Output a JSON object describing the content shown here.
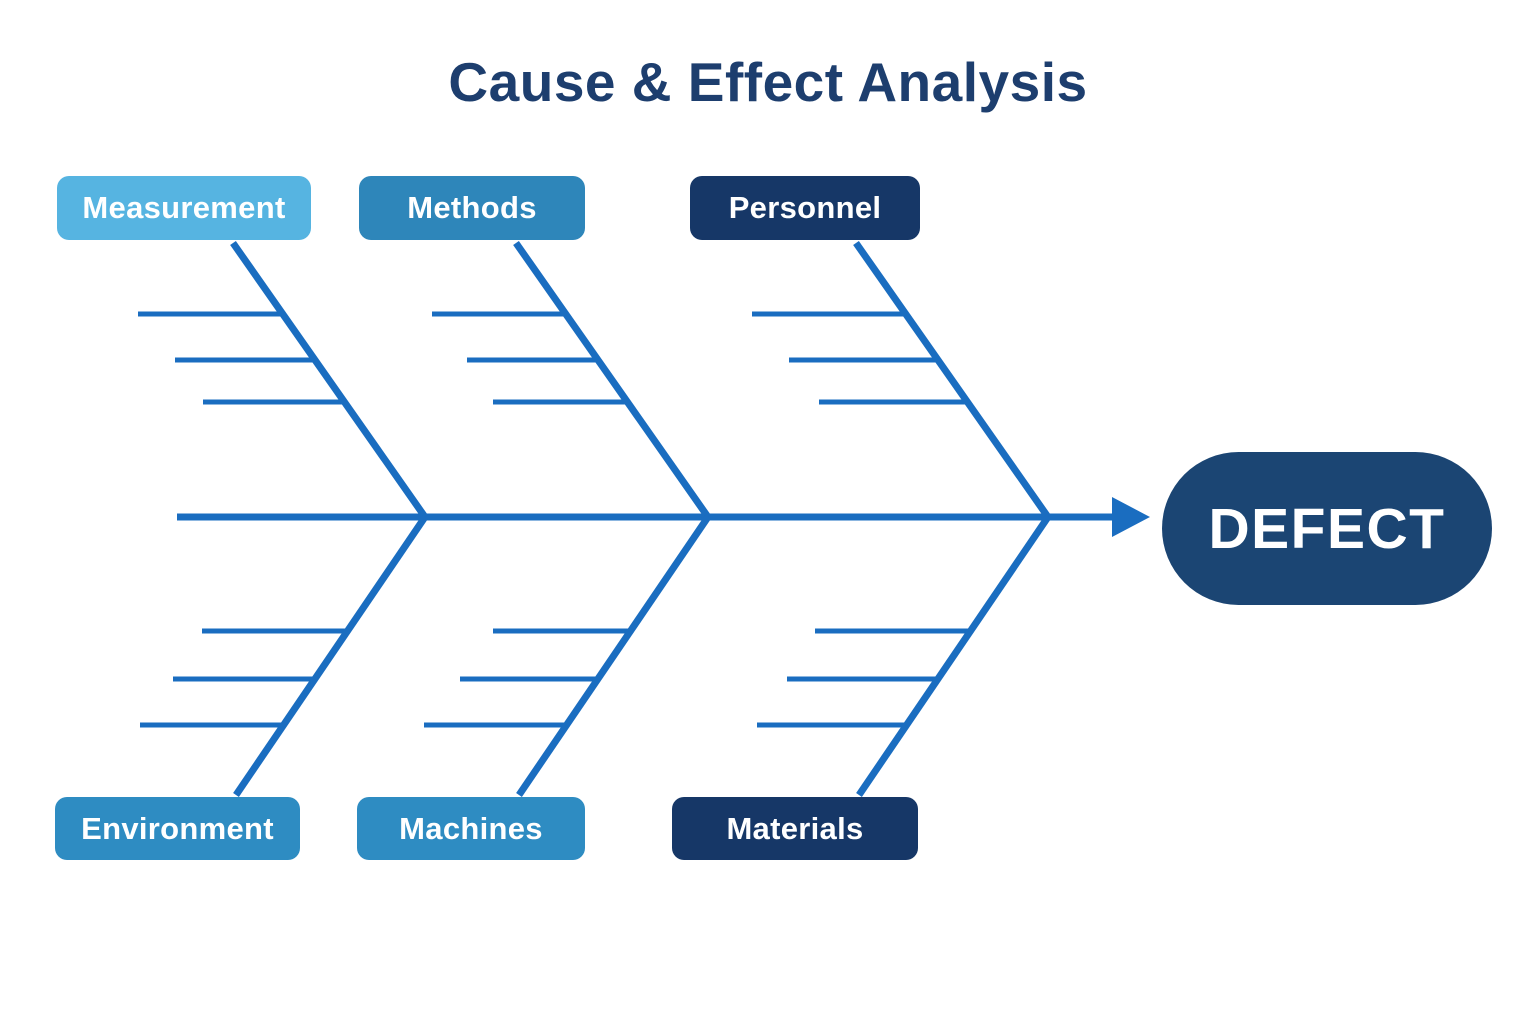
{
  "title": "Cause & Effect Analysis",
  "diagram": {
    "type": "fishbone-cause-effect",
    "title_color": "#1d3e6e",
    "line_color": "#1a6dc0",
    "effect": {
      "label": "DEFECT",
      "color": "#1b4573",
      "text_color": "#ffffff"
    },
    "categories": [
      {
        "id": "measurement",
        "label": "Measurement",
        "color": "#56b4e1",
        "position": "top-left",
        "cause_lines": 3
      },
      {
        "id": "methods",
        "label": "Methods",
        "color": "#2e86ba",
        "position": "top-center",
        "cause_lines": 3
      },
      {
        "id": "personnel",
        "label": "Personnel",
        "color": "#163767",
        "position": "top-right",
        "cause_lines": 3
      },
      {
        "id": "environment",
        "label": "Environment",
        "color": "#2e8cc2",
        "position": "bottom-left",
        "cause_lines": 3
      },
      {
        "id": "machines",
        "label": "Machines",
        "color": "#2e8cc2",
        "position": "bottom-center",
        "cause_lines": 3
      },
      {
        "id": "materials",
        "label": "Materials",
        "color": "#163767",
        "position": "bottom-right",
        "cause_lines": 3
      }
    ]
  }
}
